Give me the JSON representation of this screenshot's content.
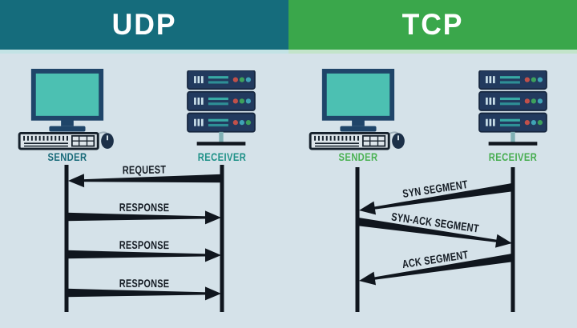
{
  "header": {
    "left": "UDP",
    "right": "TCP"
  },
  "panels": [
    {
      "id": "udp",
      "title": "UDP",
      "sender_label": "SENDER",
      "receiver_label": "RECEIVER",
      "sender_icon": "desktop-computer-icon",
      "receiver_icon": "server-rack-icon",
      "messages": [
        {
          "label": "REQUEST",
          "to": "sender"
        },
        {
          "label": "RESPONSE",
          "to": "receiver"
        },
        {
          "label": "RESPONSE",
          "to": "receiver"
        },
        {
          "label": "RESPONSE",
          "to": "receiver"
        }
      ]
    },
    {
      "id": "tcp",
      "title": "TCP",
      "sender_label": "SENDER",
      "receiver_label": "RECEIVER",
      "sender_icon": "desktop-computer-icon",
      "receiver_icon": "server-rack-icon",
      "messages": [
        {
          "label": "SYN SEGMENT",
          "to": "sender"
        },
        {
          "label": "SYN-ACK SEGMENT",
          "to": "receiver"
        },
        {
          "label": "ACK SEGMENT",
          "to": "sender"
        }
      ]
    }
  ],
  "colors": {
    "background": "#d5e2e9",
    "header_left_bg": "#156c7c",
    "header_right_bg": "#3aa74b",
    "band_left": "#c3e3e5",
    "band_right": "#c3e4ca",
    "line": "#10161e",
    "message_text": "#151c24",
    "udp_sender": "#1a6b7a",
    "udp_receiver": "#1f9188",
    "tcp_sender": "#4cb254",
    "tcp_receiver": "#47ad50",
    "icon_navy": "#223a5e",
    "monitor_frame": "#1f4569",
    "screen_teal": "#4cc0b2",
    "led_red": "#c0504a",
    "led_green": "#3da15c",
    "led_blue": "#3fa3b5"
  }
}
